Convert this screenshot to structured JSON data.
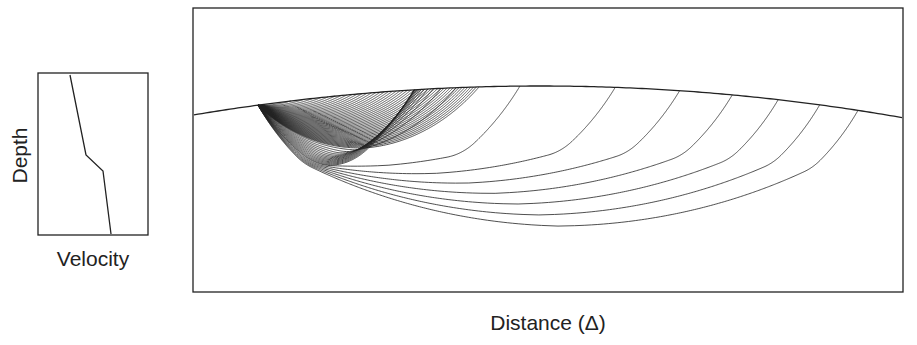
{
  "diagram": {
    "labels": [
      "Depth",
      "Velocity",
      "Distance (Δ)"
    ]
  }
}
